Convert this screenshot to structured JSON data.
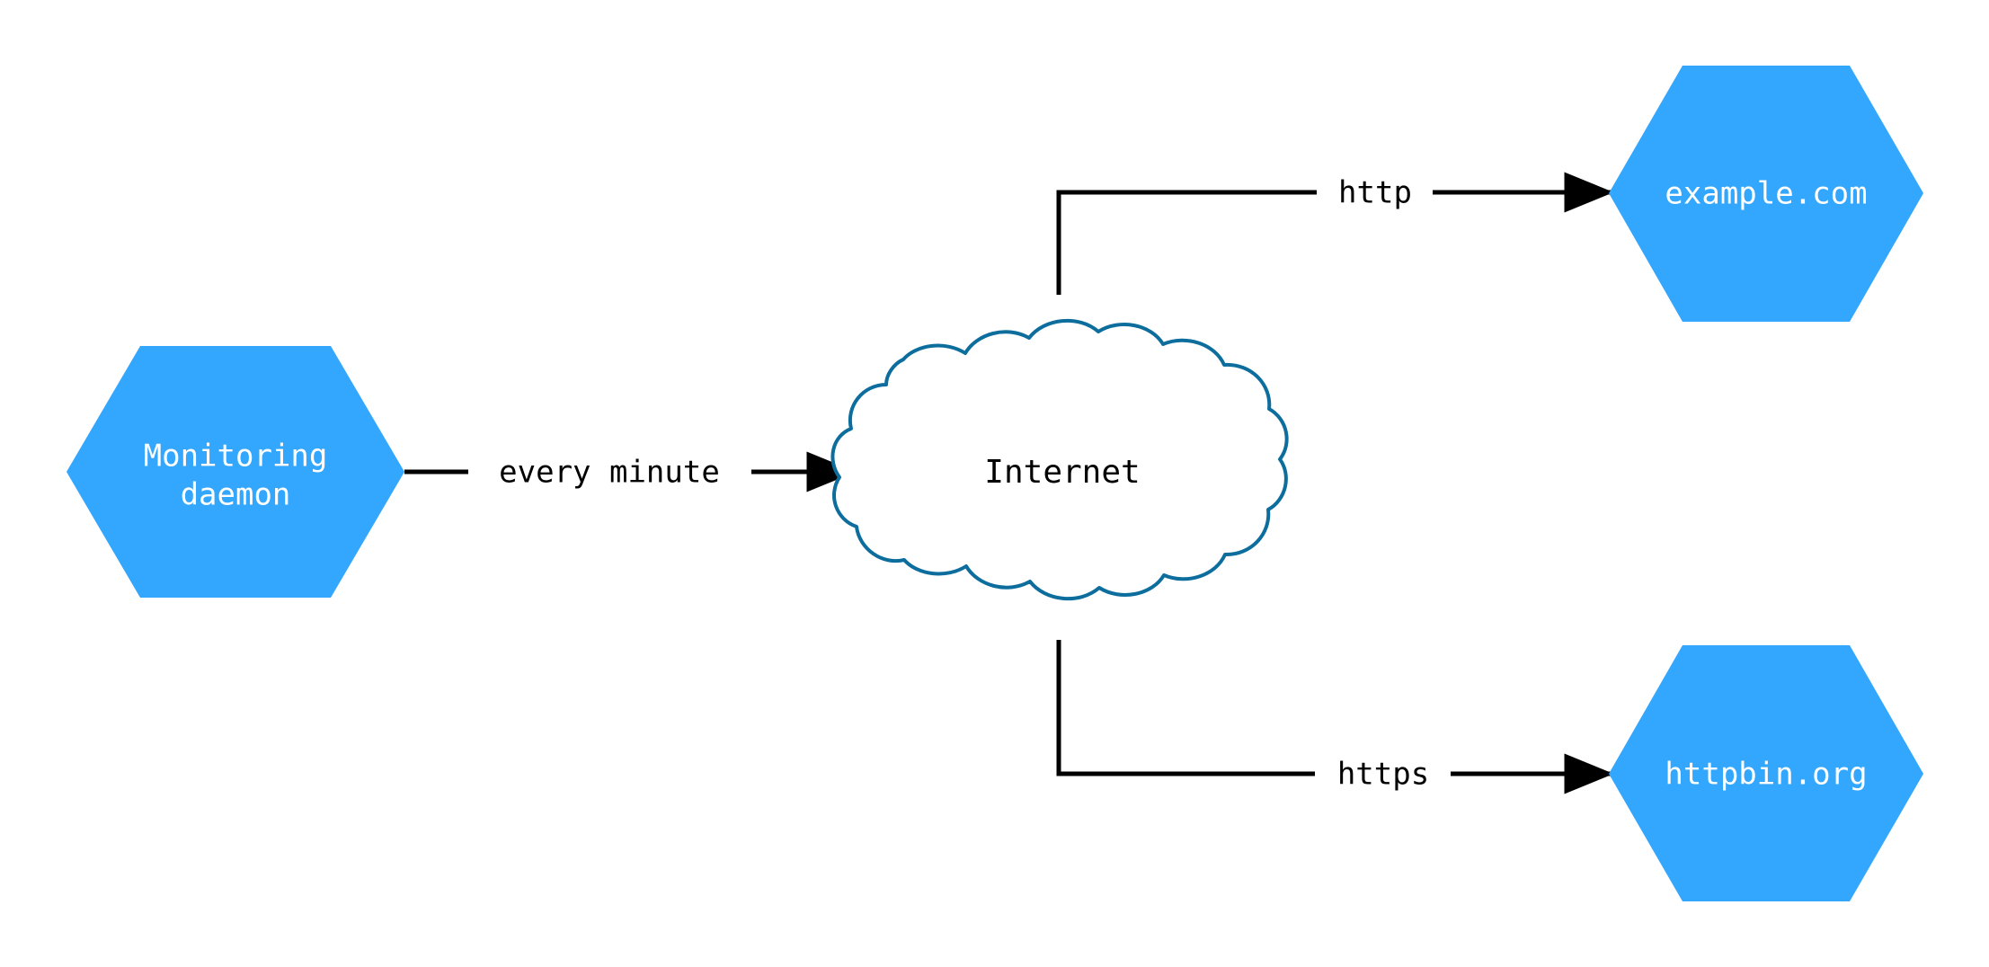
{
  "diagram": {
    "type": "network-flow-diagram",
    "background_color": "#ffffff",
    "node_fill_color": "#33a6fd",
    "node_text_color": "#ffffff",
    "cloud_stroke_color": "#0d6e9e",
    "cloud_fill_color": "#ffffff",
    "edge_color": "#000000",
    "nodes": [
      {
        "id": "monitoring-daemon",
        "shape": "hexagon",
        "line1": "Monitoring",
        "line2": "daemon",
        "label": "Monitoring daemon"
      },
      {
        "id": "internet",
        "shape": "cloud",
        "label": "Internet"
      },
      {
        "id": "example-com",
        "shape": "hexagon",
        "line1": "example.com",
        "line2": "",
        "label": "example.com"
      },
      {
        "id": "httpbin-org",
        "shape": "hexagon",
        "line1": "httpbin.org",
        "line2": "",
        "label": "httpbin.org"
      }
    ],
    "edges": [
      {
        "id": "daemon-to-internet",
        "from": "monitoring-daemon",
        "to": "internet",
        "label": "every minute",
        "arrow": true
      },
      {
        "id": "internet-to-example",
        "from": "internet",
        "to": "example-com",
        "label": "http",
        "arrow": true
      },
      {
        "id": "internet-to-httpbin",
        "from": "internet",
        "to": "httpbin-org",
        "label": "https",
        "arrow": true
      }
    ]
  }
}
